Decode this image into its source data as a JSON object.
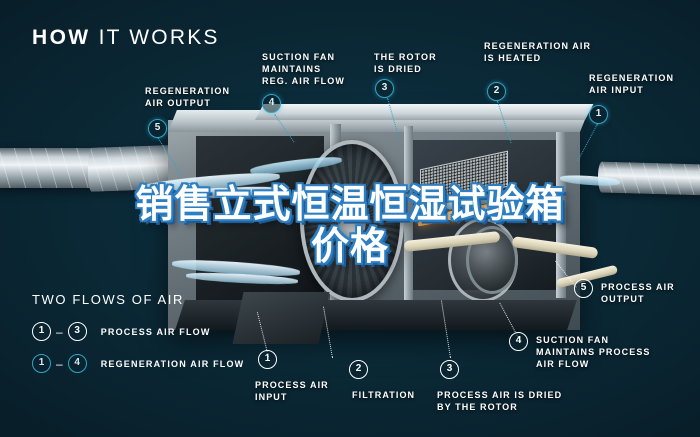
{
  "title": {
    "strong": "HOW",
    "rest": " IT WORKS"
  },
  "colors": {
    "background": "#0a2430",
    "regeneration_accent": "#2ea6c8",
    "process_accent": "#ffffff",
    "overlay_text": "#ffffff",
    "overlay_outline": "#2e7fc2",
    "heater_glow": "#f0a24a"
  },
  "callouts": [
    {
      "id": "regeneration-air-output",
      "number": "5",
      "label": "REGENERATION\nAIR OUTPUT",
      "flow": "regeneration"
    },
    {
      "id": "suction-fan-reg",
      "number": "4",
      "label": "SUCTION FAN\nMAINTAINS\nREG. AIR FLOW",
      "flow": "regeneration"
    },
    {
      "id": "rotor-is-dried",
      "number": "3",
      "label": "THE ROTOR\nIS DRIED",
      "flow": "regeneration"
    },
    {
      "id": "regeneration-air-heated",
      "number": "2",
      "label": "REGENERATION AIR\nIS HEATED",
      "flow": "regeneration"
    },
    {
      "id": "regeneration-air-input",
      "number": "1",
      "label": "REGENERATION\nAIR INPUT",
      "flow": "regeneration"
    },
    {
      "id": "process-air-input",
      "number": "1",
      "label": "PROCESS AIR\nINPUT",
      "flow": "process"
    },
    {
      "id": "filtration",
      "number": "2",
      "label": "FILTRATION",
      "flow": "process"
    },
    {
      "id": "process-air-dried",
      "number": "3",
      "label": "PROCESS AIR IS DRIED\nBY THE ROTOR",
      "flow": "process"
    },
    {
      "id": "suction-fan-process",
      "number": "4",
      "label": "SUCTION FAN\nMAINTAINS PROCESS\nAIR FLOW",
      "flow": "process"
    },
    {
      "id": "process-air-output",
      "number": "5",
      "label": "PROCESS AIR\nOUTPUT",
      "flow": "process"
    }
  ],
  "legend": {
    "title": "TWO FLOWS OF AIR",
    "rows": [
      {
        "from": "1",
        "to": "3",
        "label": "PROCESS AIR FLOW",
        "flow": "process"
      },
      {
        "from": "1",
        "to": "4",
        "label": "REGENERATION AIR FLOW",
        "flow": "regeneration"
      }
    ],
    "dash": "–"
  },
  "overlay": {
    "line1": "销售立式恒温恒湿试验箱",
    "line2": "价格"
  }
}
